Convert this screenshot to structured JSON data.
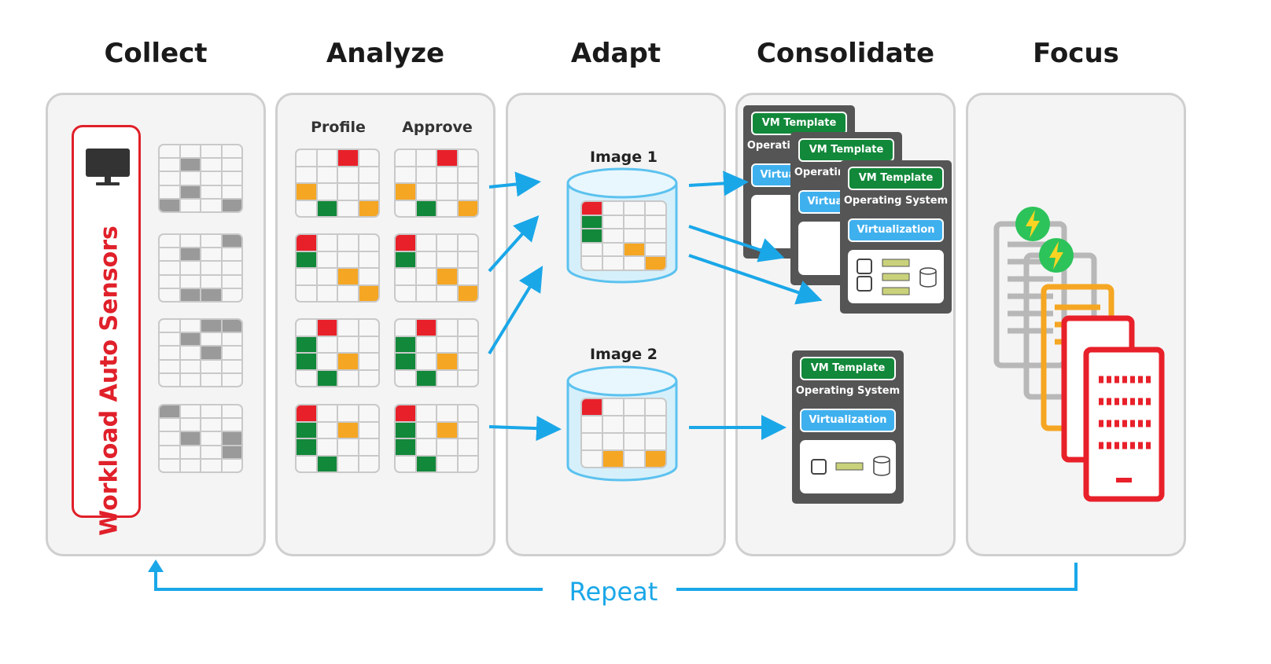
{
  "stages": [
    {
      "title": "Collect"
    },
    {
      "title": "Analyze"
    },
    {
      "title": "Adapt"
    },
    {
      "title": "Consolidate"
    },
    {
      "title": "Focus"
    }
  ],
  "collect": {
    "sensor_label": "Workload Auto Sensors",
    "grids": [
      [
        "c",
        "c",
        "c",
        "c",
        "c",
        "g",
        "c",
        "c",
        "c",
        "c",
        "c",
        "c",
        "c",
        "g",
        "c",
        "c",
        "g",
        "c",
        "c",
        "g"
      ],
      [
        "c",
        "c",
        "c",
        "g",
        "c",
        "g",
        "c",
        "c",
        "c",
        "c",
        "c",
        "c",
        "c",
        "c",
        "c",
        "c",
        "c",
        "g",
        "g",
        "c"
      ],
      [
        "c",
        "c",
        "g",
        "g",
        "c",
        "g",
        "c",
        "c",
        "c",
        "c",
        "g",
        "c",
        "c",
        "c",
        "c",
        "c",
        "c",
        "c",
        "c",
        "c"
      ],
      [
        "g",
        "c",
        "c",
        "c",
        "c",
        "c",
        "c",
        "c",
        "c",
        "g",
        "c",
        "g",
        "c",
        "c",
        "c",
        "g",
        "c",
        "c",
        "c",
        "c"
      ]
    ]
  },
  "analyze": {
    "profile_label": "Profile",
    "approve_label": "Approve",
    "grids": [
      [
        "c",
        "c",
        "r",
        "c",
        "c",
        "c",
        "c",
        "c",
        "o",
        "c",
        "c",
        "c",
        "c",
        "gr",
        "c",
        "o"
      ],
      [
        "r",
        "c",
        "c",
        "c",
        "gr",
        "c",
        "c",
        "c",
        "c",
        "c",
        "o",
        "c",
        "c",
        "c",
        "c",
        "o"
      ],
      [
        "c",
        "r",
        "c",
        "c",
        "gr",
        "c",
        "c",
        "c",
        "gr",
        "c",
        "o",
        "c",
        "c",
        "gr",
        "c",
        "c"
      ],
      [
        "r",
        "c",
        "c",
        "c",
        "gr",
        "c",
        "o",
        "c",
        "gr",
        "c",
        "c",
        "c",
        "c",
        "gr",
        "c",
        "c"
      ]
    ]
  },
  "adapt": {
    "image1_label": "Image 1",
    "image2_label": "Image 2",
    "image1_grid": [
      "r",
      "c",
      "c",
      "c",
      "gr",
      "c",
      "c",
      "c",
      "gr",
      "c",
      "c",
      "c",
      "c",
      "c",
      "o",
      "c",
      "c",
      "c",
      "c",
      "o"
    ],
    "image2_grid": [
      "r",
      "c",
      "c",
      "c",
      "c",
      "c",
      "c",
      "c",
      "c",
      "c",
      "c",
      "c",
      "c",
      "o",
      "c",
      "o"
    ]
  },
  "consolidate": {
    "vm_template_label": "VM Template",
    "operating_system_label": "Operating System",
    "virtualization_label": "Virtualization"
  },
  "repeat": {
    "label": "Repeat"
  },
  "colors": {
    "red": "#e8202a",
    "green": "#12883a",
    "orange": "#f5a623",
    "blue": "#1aa7e8",
    "gray": "#9a9a9a"
  },
  "icons": [
    "monitor-icon",
    "cpu-chip-icon",
    "memory-module-icon",
    "disk-icon",
    "server-rack-icon",
    "power-refresh-icon"
  ]
}
